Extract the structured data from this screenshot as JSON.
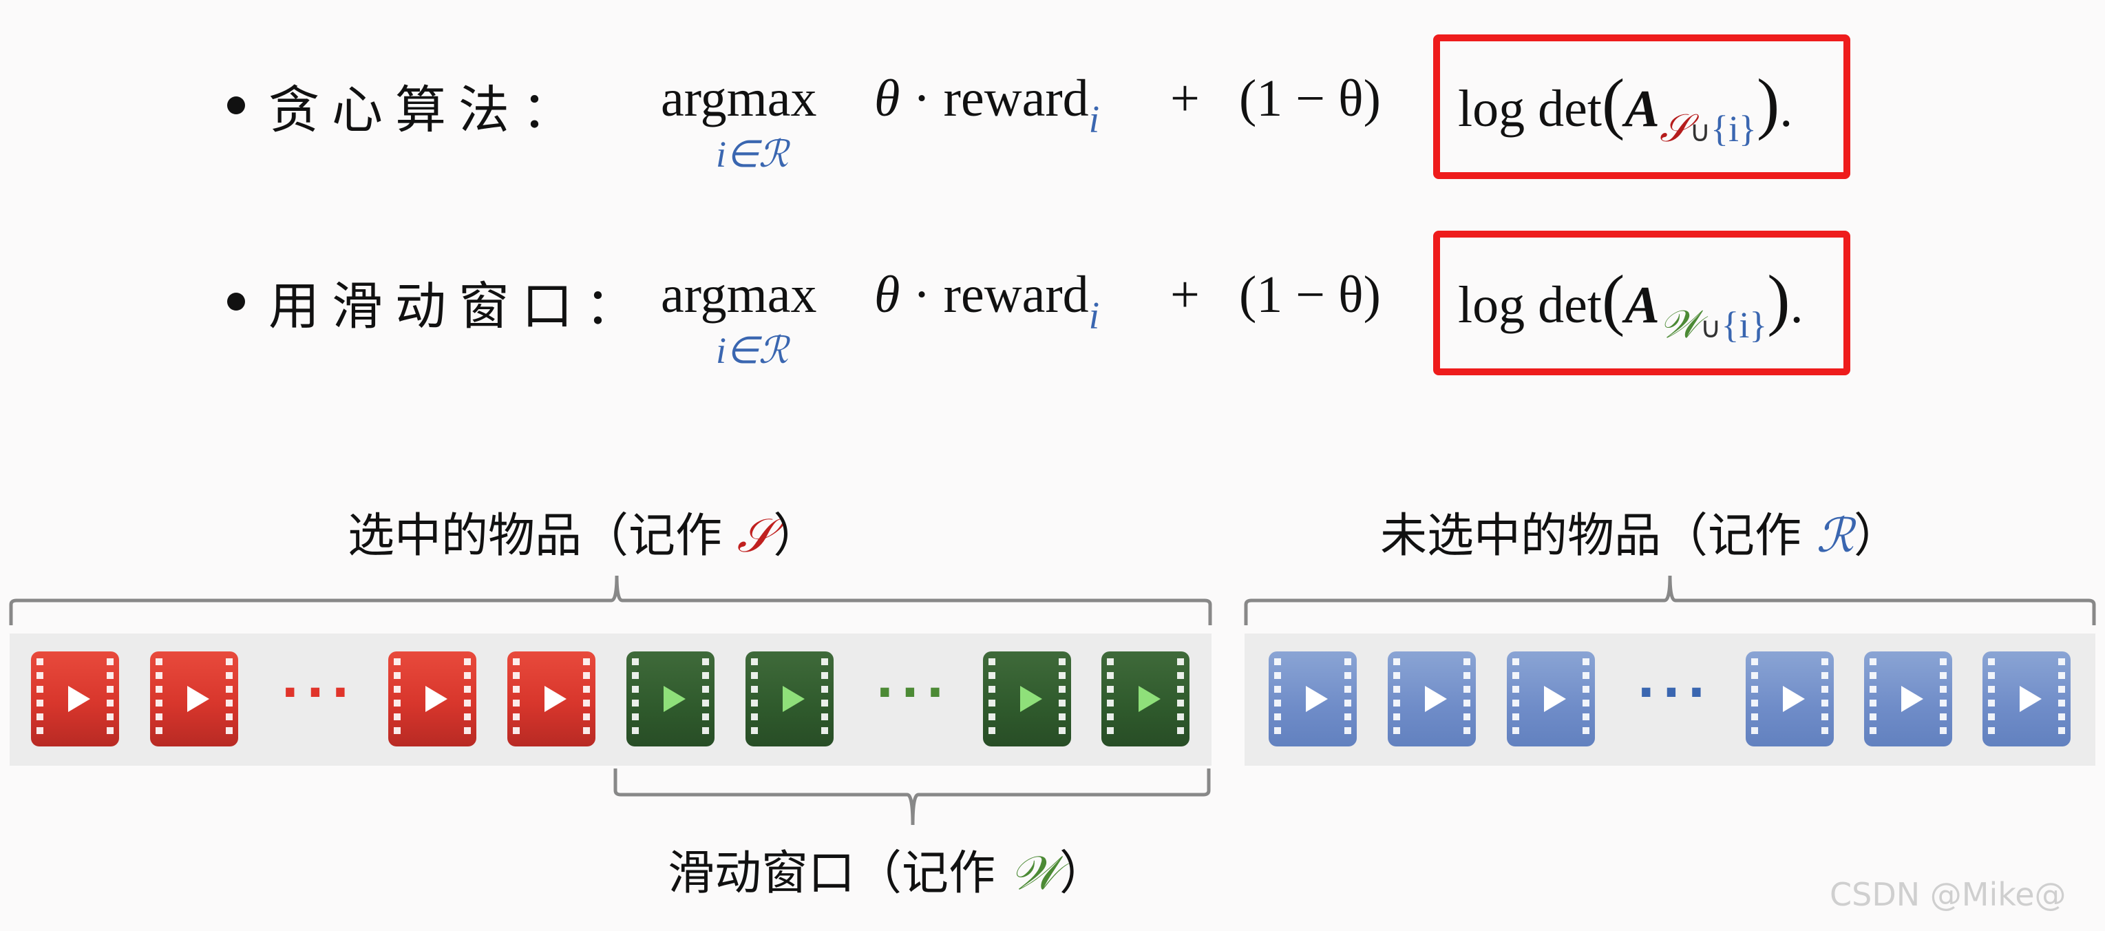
{
  "formulas": [
    {
      "label": "贪心算法：",
      "argmax": "argmax",
      "under": "i∈ℛ",
      "theta": "θ",
      "dot": "·",
      "reward": "reward",
      "sub": "i",
      "plus": "+",
      "one_minus": "(1 − θ)",
      "logdet": "log det",
      "A": "A",
      "setsym": "𝒮",
      "cup": "∪",
      "brace_i": "{i}",
      "period": "."
    },
    {
      "label": "用滑动窗口：",
      "argmax": "argmax",
      "under": "i∈ℛ",
      "theta": "θ",
      "dot": "·",
      "reward": "reward",
      "sub": "i",
      "plus": "+",
      "one_minus": "(1 − θ)",
      "logdet": "log det",
      "A": "A",
      "setsym": "𝒲",
      "cup": "∪",
      "brace_i": "{i}",
      "period": "."
    }
  ],
  "groups": {
    "selected": {
      "text": "选中的物品（记作 ",
      "sym": "𝒮",
      "close": "）"
    },
    "unselected": {
      "text": "未选中的物品（记作 ",
      "sym": "ℛ",
      "close": "）"
    },
    "window": {
      "text": "滑动窗口（记作 ",
      "sym": "𝒲",
      "close": "）"
    }
  },
  "ellipsis": "···",
  "watermark": "CSDN @Mike@",
  "colors": {
    "red": "#d8362c",
    "green": "#2f5a2c",
    "blue": "#6f8cc8",
    "box": "#ee1c1c"
  }
}
